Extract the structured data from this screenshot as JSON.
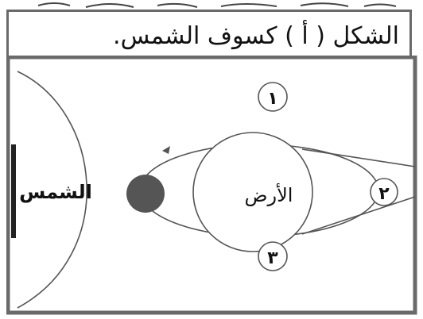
{
  "caption": "الشكل ( أ ) كسوف الشمس.",
  "labels": {
    "sun": "الشمس",
    "earth": "الأرض"
  },
  "positions": [
    {
      "number": "١"
    },
    {
      "number": "٢"
    },
    {
      "number": "٣"
    }
  ],
  "colors": {
    "frame": "#6a6a6a",
    "moon": "#555555",
    "stroke": "#555555"
  }
}
